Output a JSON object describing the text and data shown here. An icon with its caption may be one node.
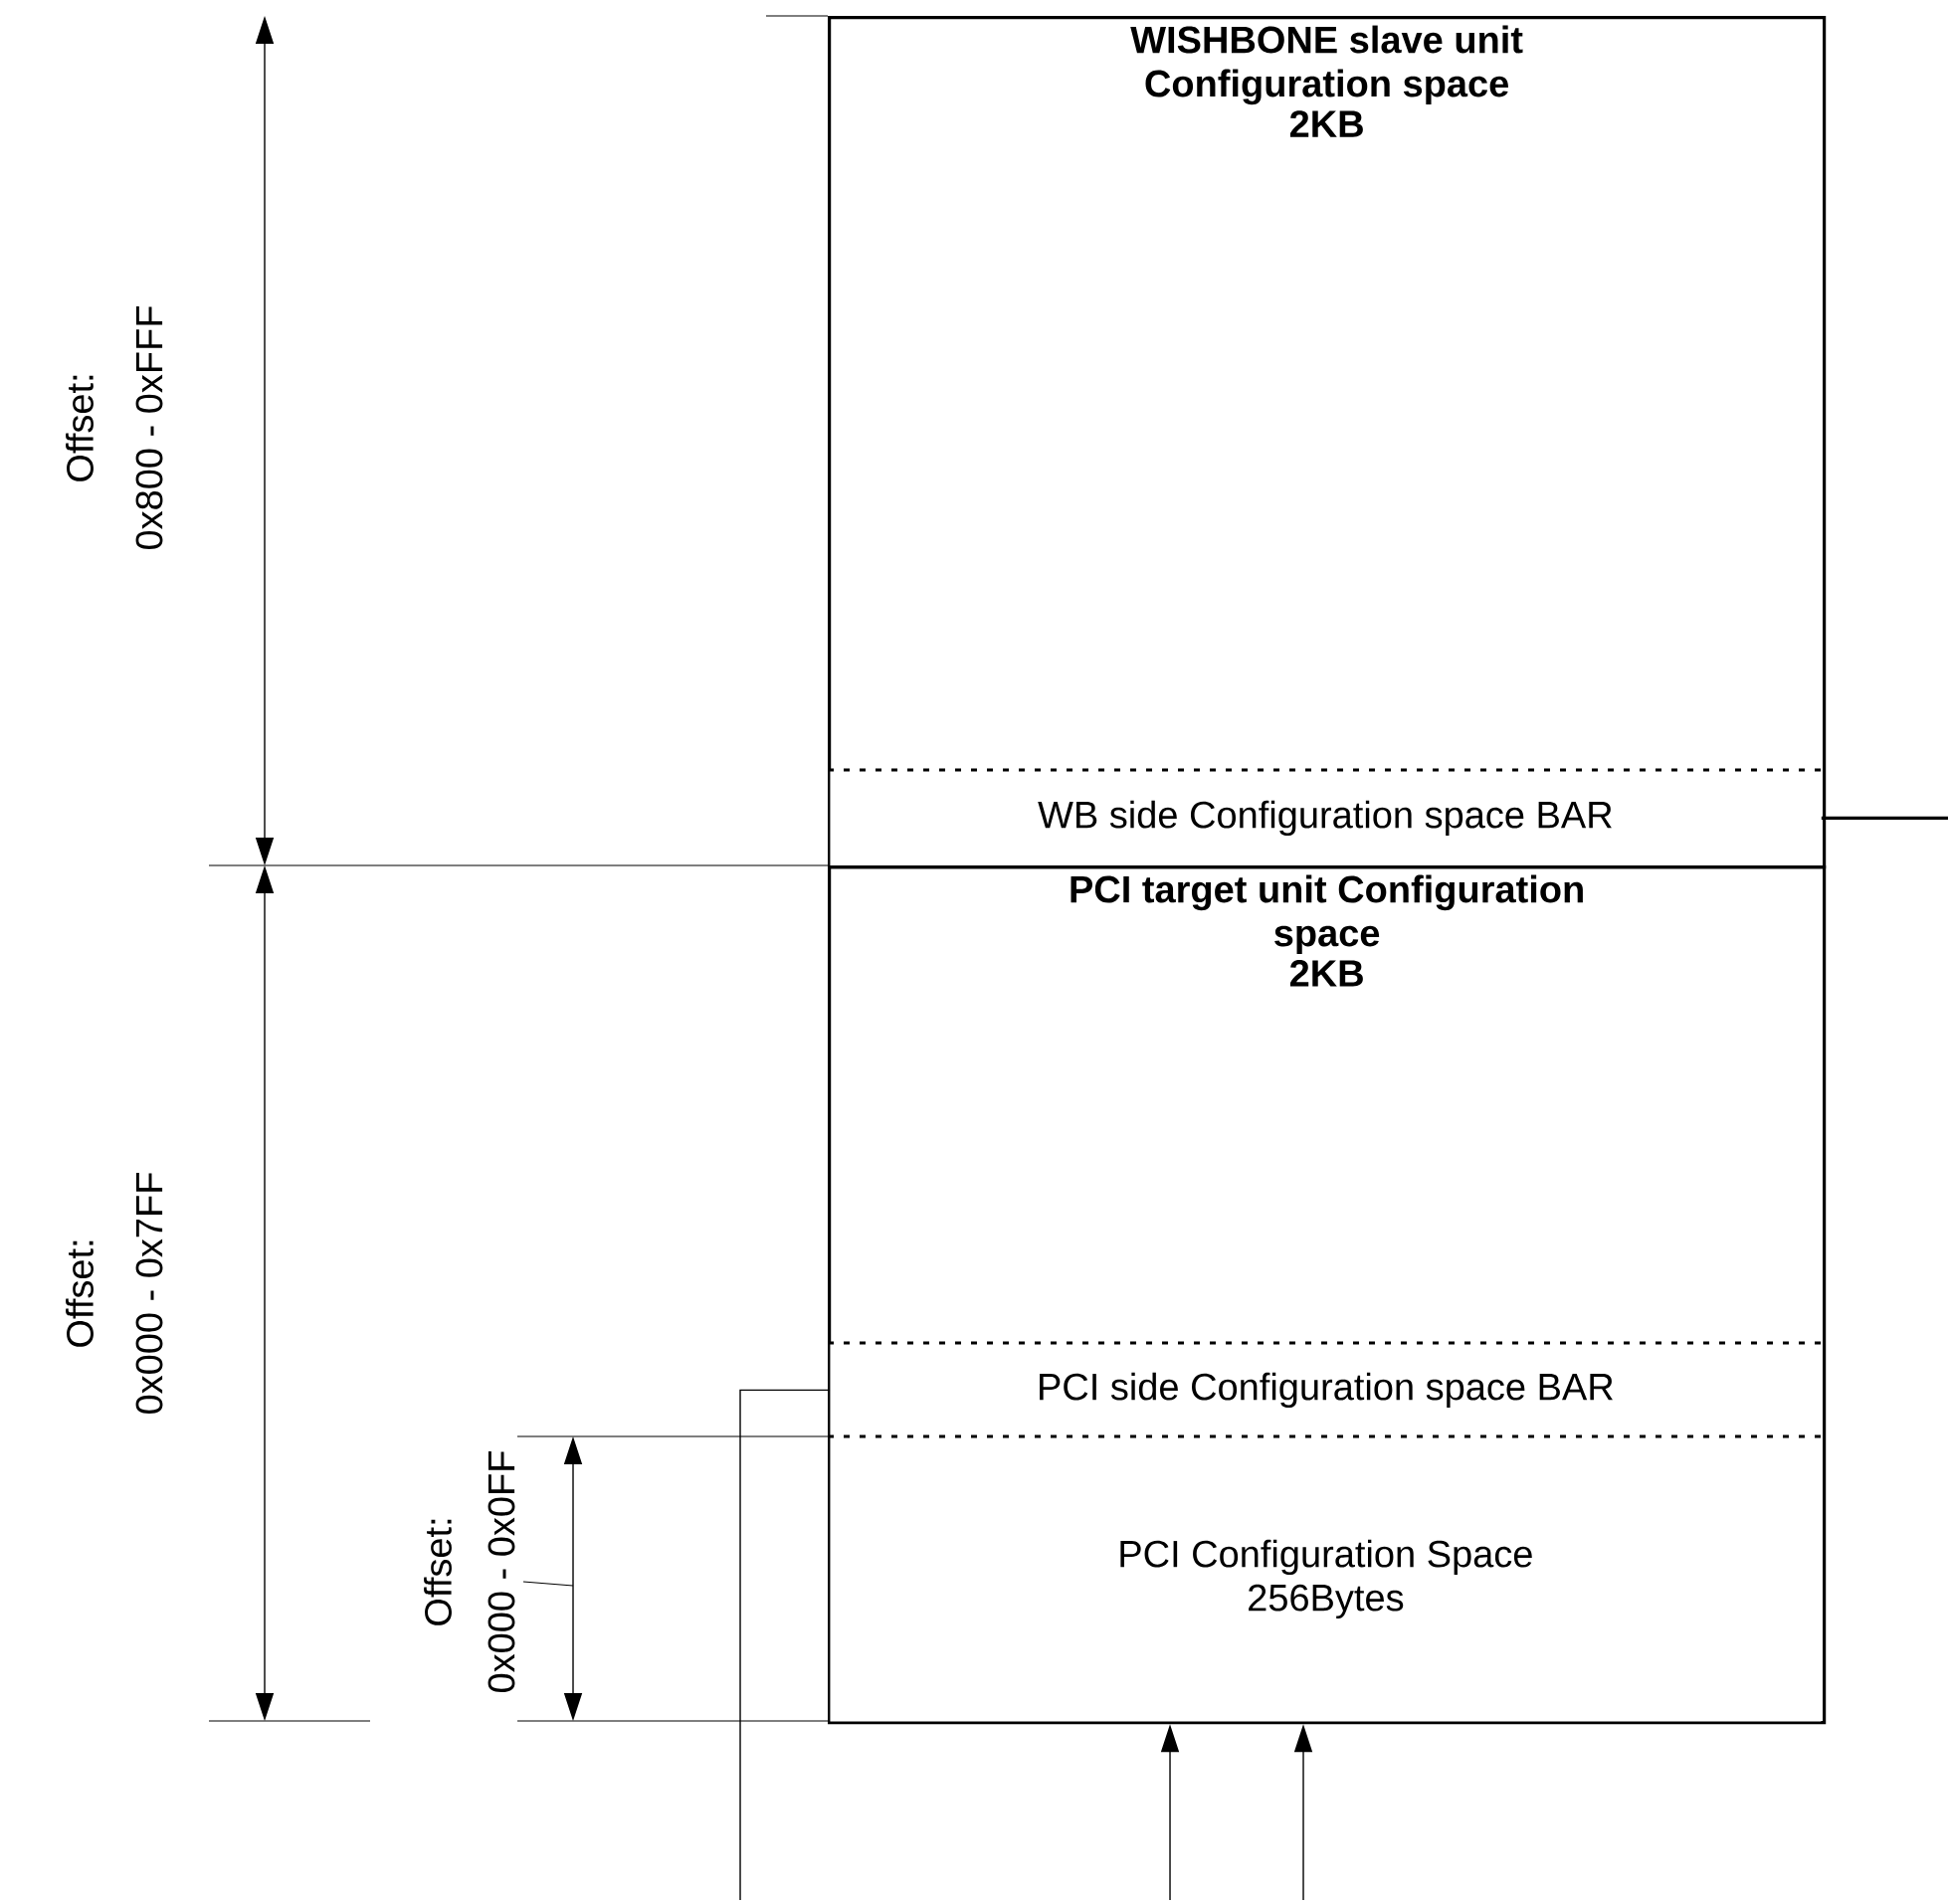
{
  "diagram": {
    "nodes": [
      {
        "text": [
          "WISHBONE slave unit Configuration space",
          "2KB"
        ]
      },
      {
        "text": [
          "WB side Configuration space BAR"
        ],
        "in": 0
      },
      {
        "text": [
          "PCI target unit Configuration space",
          "2KB"
        ]
      },
      {
        "text": [
          "PCI side Configuration space BAR"
        ],
        "in": 2
      },
      {
        "text": [
          "PCI Configuration Space 256Bytes"
        ],
        "in": 2
      }
    ],
    "edges": [
      {
        "from": 1,
        "to": null,
        "arrow": "none"
      },
      {
        "from": 3,
        "to": null,
        "arrow": "none"
      },
      {
        "from": null,
        "to": 2,
        "arrow": "to"
      },
      {
        "from": null,
        "to": 2,
        "arrow": "to"
      }
    ],
    "labels": [
      "Offset:",
      "0x800 - 0xFFF",
      "Offset:",
      "0x000 - 0x7FF",
      "Offset:",
      "0x000 - 0x0FF"
    ]
  }
}
